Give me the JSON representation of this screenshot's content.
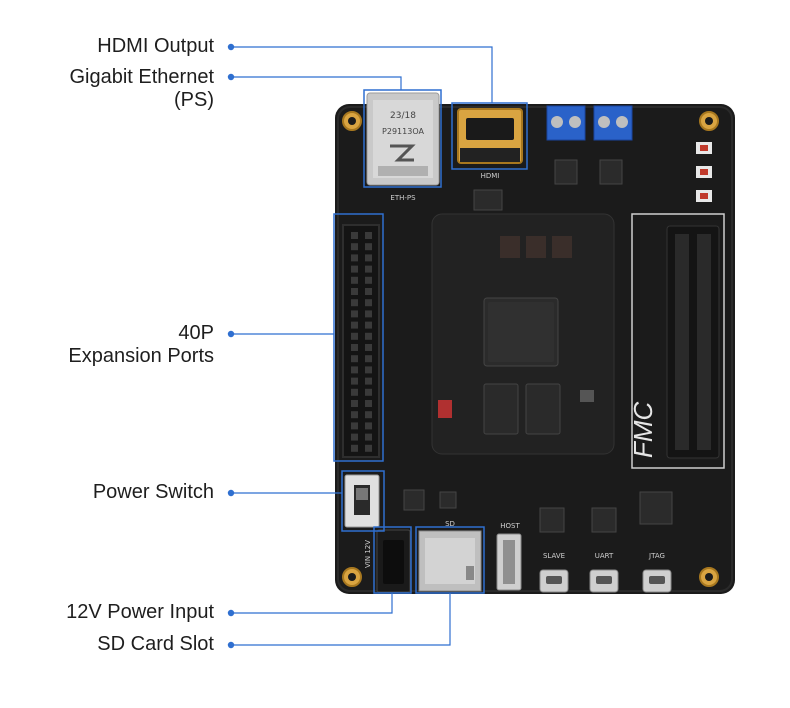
{
  "labels": {
    "hdmi": "HDMI Output",
    "ethernet_line1": "Gigabit Ethernet",
    "ethernet_line2": "(PS)",
    "expansion_line1": "40P",
    "expansion_line2": "Expansion Ports",
    "power_switch": "Power Switch",
    "power_input": "12V Power Input",
    "sd_card": "SD Card Slot"
  },
  "silkscreen": {
    "fmc": "FMC",
    "slave": "SLAVE",
    "uart": "UART",
    "jtag": "JTAG",
    "host": "HOST",
    "vin": "VIN 12V",
    "sd": "SD",
    "hdmi": "HDMI",
    "eth": "ETH-PS",
    "mag_code1": "23/18",
    "mag_code2": "P29113OA"
  },
  "colors": {
    "accent": "#2f6fd0",
    "board": "#1b1b1b",
    "gold": "#d9a441",
    "terminal": "#2a62c9"
  }
}
